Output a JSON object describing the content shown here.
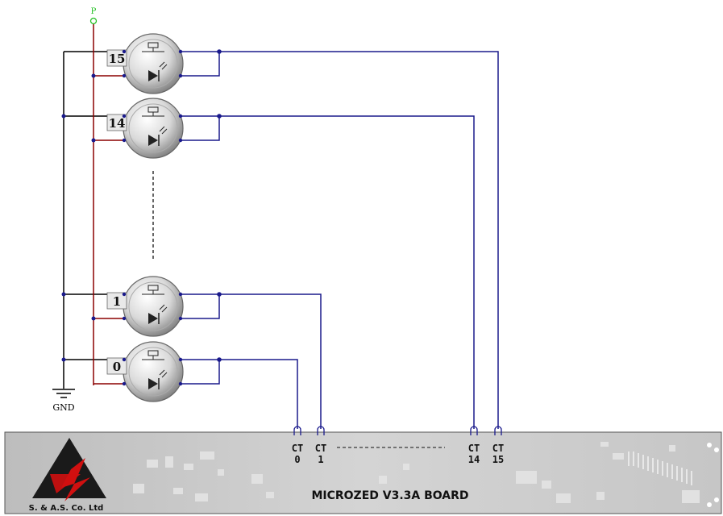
{
  "power_label": "P",
  "ground_label": "GND",
  "buttons": [
    {
      "label": "15"
    },
    {
      "label": "14"
    },
    {
      "label": "1"
    },
    {
      "label": "0"
    }
  ],
  "connectors": [
    {
      "top": "CT",
      "bottom": "0"
    },
    {
      "top": "CT",
      "bottom": "1"
    },
    {
      "top": "CT",
      "bottom": "14"
    },
    {
      "top": "CT",
      "bottom": "15"
    }
  ],
  "board": {
    "title": "MICROZED V3.3A BOARD",
    "company": "S. & A.S. Co. Ltd"
  },
  "colors": {
    "power_wire": "#8b0000",
    "signal_wire": "#1a1a8c",
    "ground_wire": "#000000",
    "power_terminal": "#22c022",
    "logo_red": "#d01010",
    "board_bg": "#c8c8c8"
  }
}
